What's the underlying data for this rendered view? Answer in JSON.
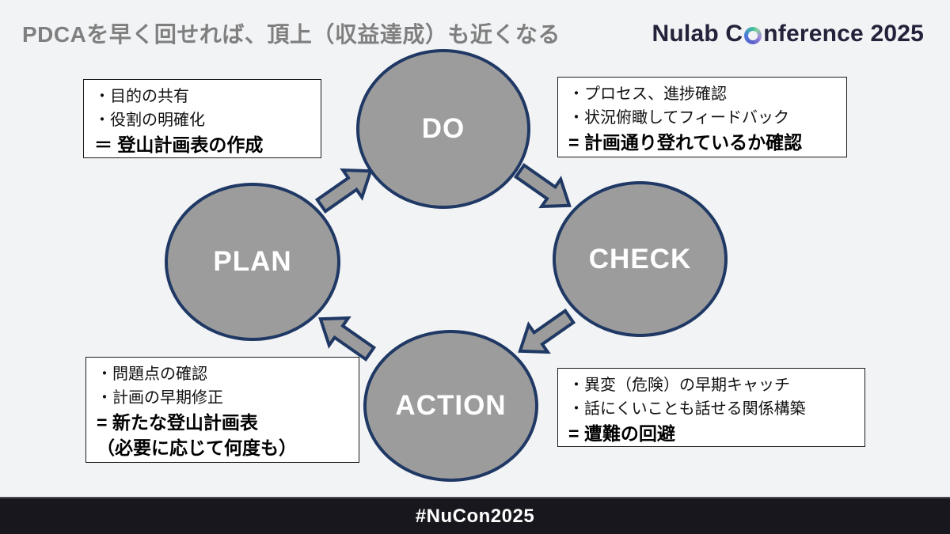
{
  "slide": {
    "title": "PDCAを早く回せれば、頂上（収益達成）も近くなる",
    "background_color": "#f2f3f5",
    "title_color": "#7f7f7f"
  },
  "logo": {
    "text_before_o": "Nulab C",
    "text_after_o": "nference 2025",
    "text_color": "#22223a",
    "o_ring_colors": [
      "#4a78dc",
      "#3fbf9b",
      "#8bcf9f",
      "#a08bdb",
      "#5a5fc8"
    ]
  },
  "cycle": {
    "node_fill": "#9c9c9c",
    "node_border": "#1f3864",
    "arrow_fill": "#9c9c9c",
    "arrow_border": "#1f3864",
    "nodes": [
      {
        "id": "do",
        "label": "DO"
      },
      {
        "id": "check",
        "label": "CHECK"
      },
      {
        "id": "action",
        "label": "ACTION"
      },
      {
        "id": "plan",
        "label": "PLAN"
      }
    ]
  },
  "notes": {
    "top_left": {
      "bullet1": "・目的の共有",
      "bullet2": "・役割の明確化",
      "result1": "＝ 登山計画表の作成"
    },
    "top_right": {
      "bullet1": "・プロセス、進捗確認",
      "bullet2": "・状況俯瞰してフィードバック",
      "result1": "= 計画通り登れているか確認"
    },
    "bottom_left": {
      "bullet1": "・問題点の確認",
      "bullet2": "・計画の早期修正",
      "result1": "= 新たな登山計画表",
      "result2": "（必要に応じて何度も）"
    },
    "bottom_right": {
      "bullet1": "・異変（危険）の早期キャッチ",
      "bullet2": "・話にくいことも話せる関係構築",
      "result1": "= 遭難の回避"
    }
  },
  "footer": {
    "hashtag": "#NuCon2025"
  }
}
